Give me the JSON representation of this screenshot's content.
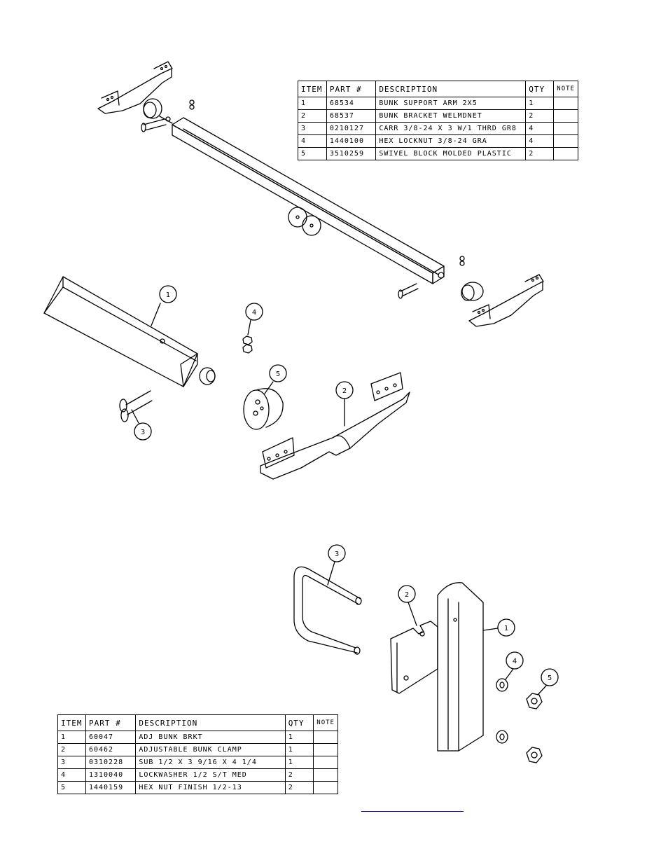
{
  "top_bom": {
    "headers": [
      "ITEM",
      "PART #",
      "DESCRIPTION",
      "QTY",
      "NOTE"
    ],
    "rows": [
      [
        "1",
        "68534",
        "BUNK SUPPORT ARM 2X5",
        "1",
        ""
      ],
      [
        "2",
        "68537",
        "BUNK BRACKET WELMDNET",
        "2",
        ""
      ],
      [
        "3",
        "0210127",
        "CARR 3/8-24 X 3 W/1 THRD GR8",
        "4",
        ""
      ],
      [
        "4",
        "1440100",
        "HEX LOCKNUT 3/8-24 GRA",
        "4",
        ""
      ],
      [
        "5",
        "3510259",
        "SWIVEL BLOCK MOLDED PLASTIC",
        "2",
        ""
      ]
    ]
  },
  "bottom_bom": {
    "headers": [
      "ITEM",
      "PART #",
      "DESCRIPTION",
      "QTY",
      "NOTE"
    ],
    "rows": [
      [
        "1",
        "60047",
        "ADJ BUNK BRKT",
        "1",
        ""
      ],
      [
        "2",
        "60462",
        "ADJUSTABLE BUNK CLAMP",
        "1",
        ""
      ],
      [
        "3",
        "0310228",
        "SUB 1/2 X 3 9/16 X 4 1/4",
        "1",
        ""
      ],
      [
        "4",
        "1310040",
        "LOCKWASHER 1/2 S/T MED",
        "2",
        ""
      ],
      [
        "5",
        "1440159",
        "HEX NUT FINISH 1/2-13",
        "2",
        ""
      ]
    ]
  },
  "top_balloons": {
    "b1": "1",
    "b2": "2",
    "b3": "3",
    "b4": "4",
    "b5": "5"
  },
  "bottom_balloons": {
    "b1": "1",
    "b2": "2",
    "b3": "3",
    "b4": "4",
    "b5": "5"
  },
  "colors": {
    "line": "#000000",
    "link": "#0000ee"
  }
}
